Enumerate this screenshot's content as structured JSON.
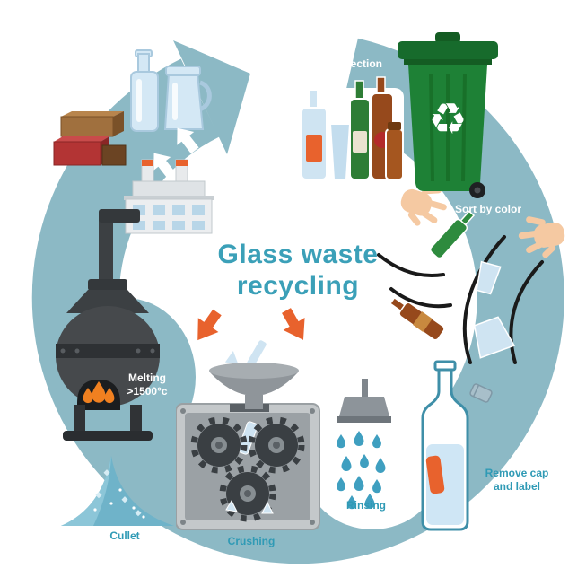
{
  "title": {
    "line1": "Glass waste",
    "line2": "recycling"
  },
  "labels": {
    "collection": "Collection",
    "sort_by_color": "Sort by color",
    "remove_cap_line1": "Remove cap",
    "remove_cap_line2": "and label",
    "rinsing": "Rinsing",
    "crushing": "Crushing",
    "cullet": "Cullet",
    "melting_line1": "Melting",
    "melting_line2": ">1500°c"
  },
  "icons": {
    "recycle_symbol": "♻"
  },
  "colors": {
    "band_teal": "#8cb9c5",
    "title_teal": "#3ba0b8",
    "label_teal": "#2f9ab5",
    "label_white": "#ffffff",
    "bin_green": "#1e8136",
    "bin_green_dark": "#145c23",
    "arrow_orange": "#e8622d",
    "glass_light_blue": "#cfe4f2",
    "furnace_dark": "#46494c",
    "flame_orange": "#f08020",
    "cullet_teal": "#6fb3c9",
    "brown_glass": "#96491c",
    "green_glass": "#2e7d35",
    "skin": "#f5c9a2"
  }
}
